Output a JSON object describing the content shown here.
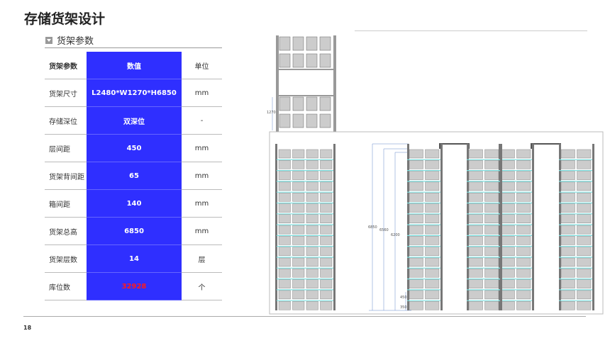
{
  "title": "存储货架设计",
  "section": {
    "label": "货架参数"
  },
  "table": {
    "headers": [
      "货架参数",
      "数值",
      "单位"
    ],
    "rows": [
      [
        "货架尺寸",
        "L2480*W1270*H6850",
        "mm"
      ],
      [
        "存储深位",
        "双深位",
        "-"
      ],
      [
        "层间距",
        "450",
        "mm"
      ],
      [
        "货架背间距",
        "65",
        "mm"
      ],
      [
        "箱间距",
        "140",
        "mm"
      ],
      [
        "货架总高",
        "6850",
        "mm"
      ],
      [
        "货架层数",
        "14",
        "层"
      ],
      [
        "库位数",
        "32928",
        "个"
      ]
    ]
  },
  "drawing": {
    "top_dim": "1270",
    "dims": [
      "6850",
      "6560",
      "6200"
    ],
    "bottom_dims": [
      "450",
      "350"
    ]
  },
  "page_number": "18"
}
